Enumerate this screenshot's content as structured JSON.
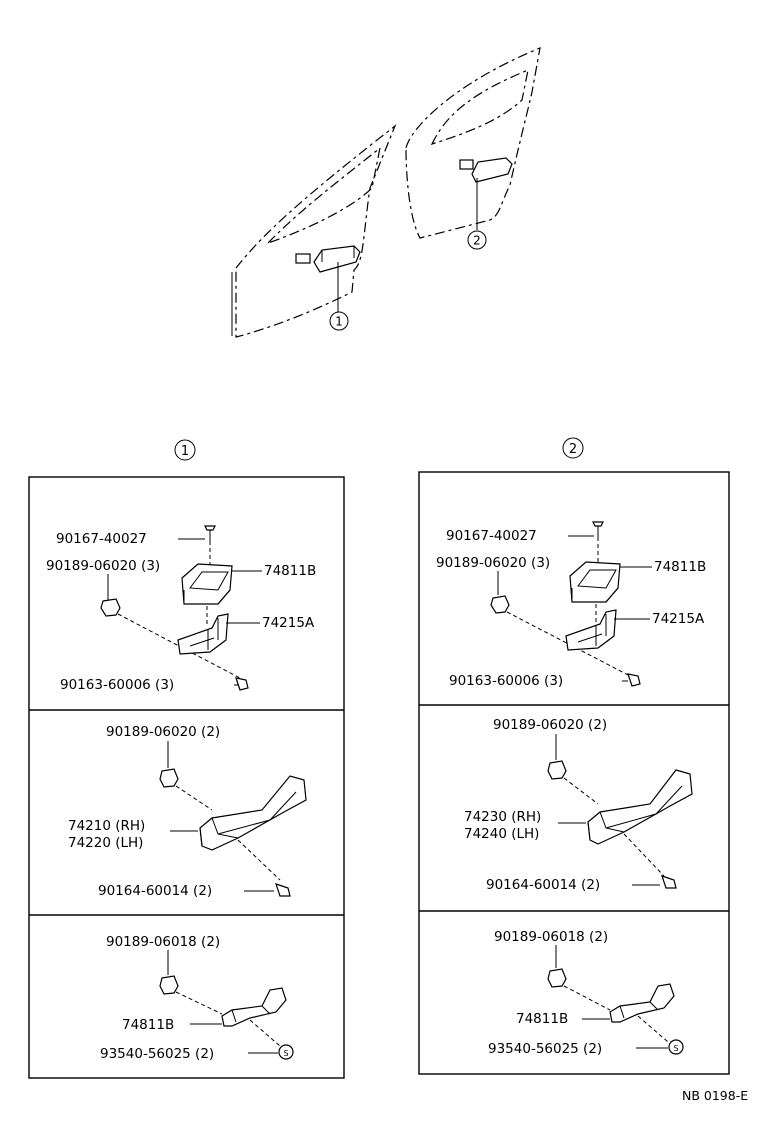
{
  "callouts": {
    "c1": "1",
    "c2": "2"
  },
  "groups": {
    "g1": {
      "switch": {
        "screw": "90167-40027",
        "clip": "90189-06020 (3)",
        "bezel": "74811B",
        "bracket": "74215A",
        "screw2": "90163-60006 (3)"
      },
      "armrest": {
        "clip": "90189-06020 (2)",
        "part_rh": "74210 (RH)",
        "part_lh": "74220 (LH)",
        "screw": "90164-60014 (2)"
      },
      "pull": {
        "clip": "90189-06018 (2)",
        "part": "74811B",
        "cap": "93540-56025 (2)"
      }
    },
    "g2": {
      "switch": {
        "screw": "90167-40027",
        "clip": "90189-06020 (3)",
        "bezel": "74811B",
        "bracket": "74215A",
        "screw2": "90163-60006 (3)"
      },
      "armrest": {
        "clip": "90189-06020 (2)",
        "part_rh": "74230 (RH)",
        "part_lh": "74240 (LH)",
        "screw": "90164-60014 (2)"
      },
      "pull": {
        "clip": "90189-06018 (2)",
        "part": "74811B",
        "cap": "93540-56025 (2)"
      }
    }
  },
  "footer": {
    "code": "NB 0198-E"
  }
}
